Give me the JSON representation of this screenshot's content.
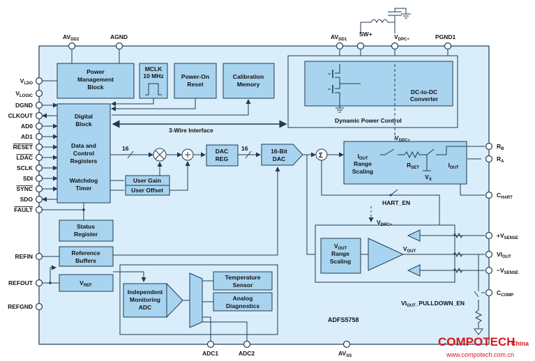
{
  "chip": {
    "name": "ADFS5758"
  },
  "blocks": {
    "power_management": [
      "Power",
      "Management",
      "Block"
    ],
    "mclk": [
      "MCLK",
      "10 MHz"
    ],
    "power_on_reset": [
      "Power-On",
      "Reset"
    ],
    "calibration_memory": [
      "Calibration",
      "Memory"
    ],
    "digital_block": [
      "Digital",
      "Block",
      "Data and",
      "Control",
      "Registers",
      "Watchdog",
      "Timer"
    ],
    "dc_to_dc": [
      "DC-to-DC",
      "Converter"
    ],
    "dynamic_power_control": "Dynamic Power Control",
    "three_wire": "3-Wire Interface",
    "dac_reg": [
      "DAC",
      "REG"
    ],
    "dac16": [
      "16-Bit",
      "DAC"
    ],
    "bus_width_1": "16",
    "bus_width_2": "16",
    "user_gain": "User Gain",
    "user_offset": "User Offset",
    "iout_range": [
      "I",
      "OUT",
      "Range",
      "Scaling"
    ],
    "rset": [
      "R",
      "SET"
    ],
    "iout_label": [
      "I",
      "OUT"
    ],
    "vx": [
      "V",
      "X"
    ],
    "vdpc_top": [
      "V",
      "DPC+"
    ],
    "vdpc_mid": [
      "V",
      "DPC+"
    ],
    "hart_en": "HART_EN",
    "vout_range": [
      "V",
      "OUT",
      "Range",
      "Scaling"
    ],
    "vout_label": [
      "V",
      "OUT"
    ],
    "status_register": [
      "Status",
      "Register"
    ],
    "reference_buffers": [
      "Reference",
      "Buffers"
    ],
    "vref": [
      "V",
      "REF"
    ],
    "adc": [
      "Independent",
      "Monitoring",
      "ADC"
    ],
    "temperature_sensor": [
      "Temperature",
      "Sensor"
    ],
    "analog_diagnostics": [
      "Analog",
      "Diagnostics"
    ],
    "pulldown": [
      "VI",
      "OUT",
      "_PULLDOWN_EN"
    ]
  },
  "pins": {
    "top": [
      {
        "main": "AV",
        "sub": "DD2"
      },
      {
        "main": "AGND",
        "sub": ""
      },
      {
        "main": "AV",
        "sub": "DD1"
      },
      {
        "main": "SW+",
        "sub": ""
      },
      {
        "main": "V",
        "sub": "DPC+"
      },
      {
        "main": "PGND1",
        "sub": ""
      }
    ],
    "left": [
      {
        "main": "V",
        "sub": "LDO"
      },
      {
        "main": "V",
        "sub": "LOGIC"
      },
      {
        "main": "DGND",
        "sub": ""
      },
      {
        "main": "CLKOUT",
        "sub": ""
      },
      {
        "main": "AD0",
        "sub": ""
      },
      {
        "main": "AD1",
        "sub": ""
      },
      {
        "main": "RESET",
        "sub": ""
      },
      {
        "main": "LDAC",
        "sub": ""
      },
      {
        "main": "SCLK",
        "sub": ""
      },
      {
        "main": "SDI",
        "sub": ""
      },
      {
        "main": "SYNC",
        "sub": ""
      },
      {
        "main": "SDO",
        "sub": ""
      },
      {
        "main": "FAULT",
        "sub": ""
      },
      {
        "main": "REFIN",
        "sub": ""
      },
      {
        "main": "REFOUT",
        "sub": ""
      },
      {
        "main": "REFGND",
        "sub": ""
      }
    ],
    "right": [
      {
        "main": "R",
        "sub": "B"
      },
      {
        "main": "R",
        "sub": "A"
      },
      {
        "main": "C",
        "sub": "HART"
      },
      {
        "main": "+V",
        "sub": "SENSE"
      },
      {
        "main": "VI",
        "sub": "OUT"
      },
      {
        "main": "−V",
        "sub": "SENSE"
      },
      {
        "main": "C",
        "sub": "COMP"
      }
    ],
    "bottom": [
      {
        "main": "ADC1",
        "sub": ""
      },
      {
        "main": "ADC2",
        "sub": ""
      },
      {
        "main": "AV",
        "sub": "SS"
      }
    ]
  },
  "watermark": {
    "brand": "COMPOTECH",
    "region": "China",
    "url": "www.compotech.com.cn"
  }
}
